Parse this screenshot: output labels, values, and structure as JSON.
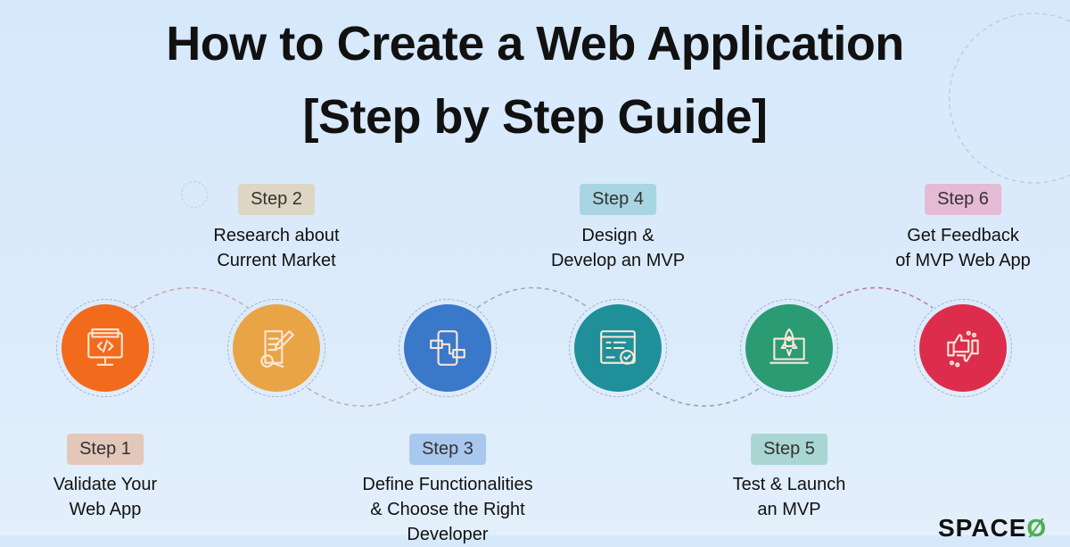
{
  "title": {
    "line1": "How to Create a Web Application",
    "line2": "[Step by Step Guide]"
  },
  "steps": [
    {
      "badge": "Step 1",
      "line1": "Validate Your",
      "line2": "Web App",
      "line3": "",
      "icon": "code-monitor-icon",
      "color": "#f26a1b",
      "badge_color": "#e3c8ba"
    },
    {
      "badge": "Step 2",
      "line1": "Research about",
      "line2": "Current Market",
      "line3": "",
      "icon": "document-search-icon",
      "color": "#e9a445",
      "badge_color": "#ddd6c3"
    },
    {
      "badge": "Step 3",
      "line1": "Define Functionalities",
      "line2": "& Choose the Right",
      "line3": "Developer",
      "icon": "flowchart-icon",
      "color": "#3a78c9",
      "badge_color": "#a9c8ee"
    },
    {
      "badge": "Step 4",
      "line1": "Design &",
      "line2": "Develop an MVP",
      "line3": "",
      "icon": "browser-check-icon",
      "color": "#1f8f9a",
      "badge_color": "#a8d5e2"
    },
    {
      "badge": "Step 5",
      "line1": "Test & Launch",
      "line2": "an MVP",
      "line3": "",
      "icon": "rocket-laptop-icon",
      "color": "#2a9b73",
      "badge_color": "#a9d6d2"
    },
    {
      "badge": "Step 6",
      "line1": "Get Feedback",
      "line2": "of MVP Web App",
      "line3": "",
      "icon": "thumbs-feedback-icon",
      "color": "#dc2e4c",
      "badge_color": "#e5bad4"
    }
  ],
  "logo": {
    "text": "SPACE",
    "mark": "Ø"
  }
}
